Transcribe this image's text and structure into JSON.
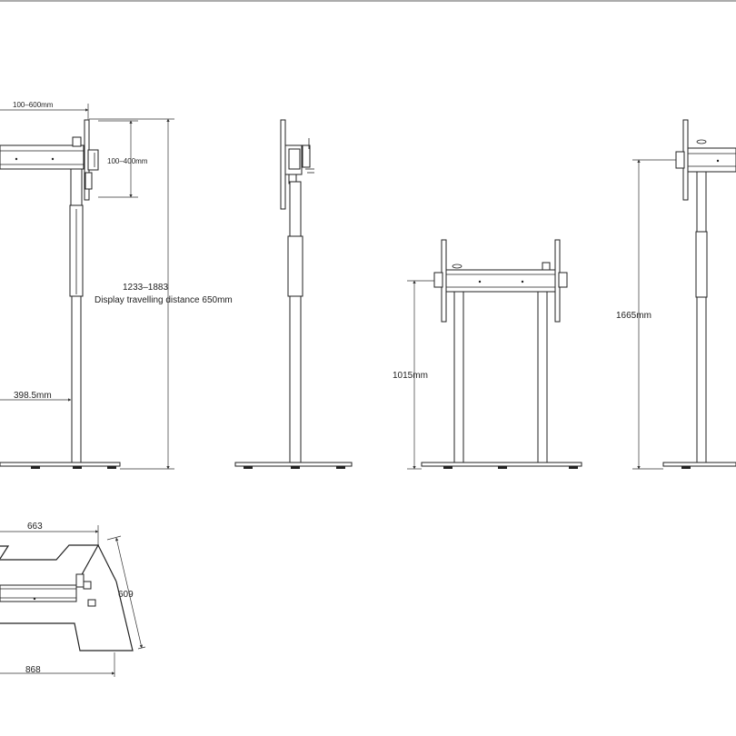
{
  "dimensions": {
    "vesa_h": "100–600mm",
    "vesa_v": "100–400mm",
    "height_range": "1233–1883",
    "travel": "Display travelling distance 650mm",
    "offset": "398.5mm",
    "min_height": "1015mm",
    "max_height": "1665mm",
    "base_depth": "663",
    "base_length": "868",
    "base_width": "609"
  },
  "views": [
    "front-view",
    "side-view",
    "lowest-position-view",
    "highest-position-view",
    "base-plan-view"
  ]
}
